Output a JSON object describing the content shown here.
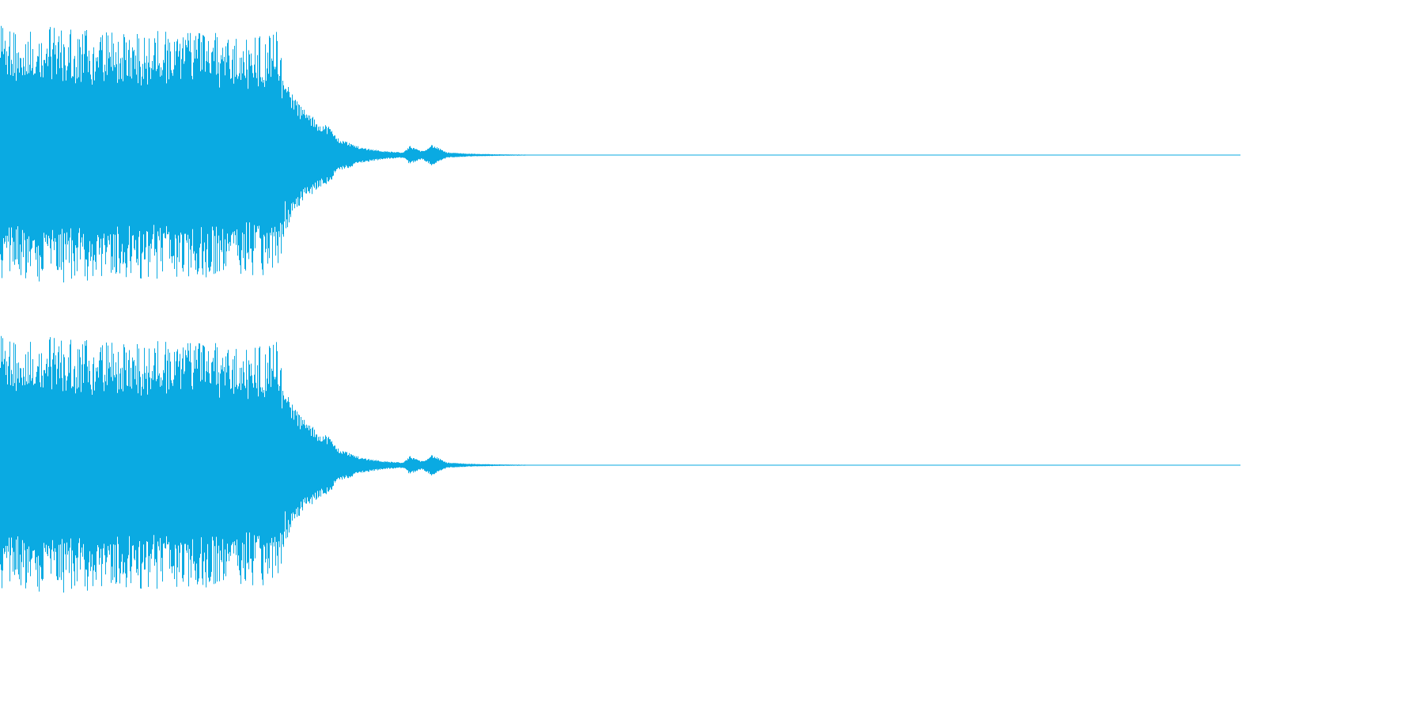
{
  "waveform": {
    "color": "#0aaae2",
    "background": "#ffffff",
    "channels": [
      {
        "name": "",
        "envelope": [
          [
            0,
            0.99
          ],
          [
            0.02,
            0.96
          ],
          [
            0.05,
            0.97
          ],
          [
            0.09,
            0.95
          ],
          [
            0.13,
            0.94
          ],
          [
            0.17,
            0.92
          ],
          [
            0.2,
            0.9
          ],
          [
            0.224,
            0.93
          ],
          [
            0.23,
            0.58
          ],
          [
            0.24,
            0.4
          ],
          [
            0.255,
            0.26
          ],
          [
            0.265,
            0.22
          ],
          [
            0.272,
            0.13
          ],
          [
            0.28,
            0.1
          ],
          [
            0.29,
            0.06
          ],
          [
            0.31,
            0.03
          ],
          [
            0.325,
            0.02
          ],
          [
            0.33,
            0.07
          ],
          [
            0.34,
            0.03
          ],
          [
            0.348,
            0.08
          ],
          [
            0.36,
            0.02
          ],
          [
            0.38,
            0.01
          ],
          [
            0.4,
            0.006
          ],
          [
            0.42,
            0.004
          ],
          [
            0.44,
            0.0
          ]
        ]
      },
      {
        "name": "",
        "envelope": [
          [
            0,
            0.99
          ],
          [
            0.02,
            0.96
          ],
          [
            0.05,
            0.97
          ],
          [
            0.09,
            0.95
          ],
          [
            0.13,
            0.94
          ],
          [
            0.17,
            0.92
          ],
          [
            0.2,
            0.9
          ],
          [
            0.224,
            0.93
          ],
          [
            0.23,
            0.58
          ],
          [
            0.24,
            0.4
          ],
          [
            0.255,
            0.26
          ],
          [
            0.265,
            0.22
          ],
          [
            0.272,
            0.13
          ],
          [
            0.28,
            0.1
          ],
          [
            0.29,
            0.06
          ],
          [
            0.31,
            0.03
          ],
          [
            0.325,
            0.02
          ],
          [
            0.33,
            0.07
          ],
          [
            0.34,
            0.03
          ],
          [
            0.348,
            0.08
          ],
          [
            0.36,
            0.02
          ],
          [
            0.38,
            0.01
          ],
          [
            0.4,
            0.006
          ],
          [
            0.42,
            0.004
          ],
          [
            0.44,
            0.0
          ]
        ]
      }
    ]
  }
}
